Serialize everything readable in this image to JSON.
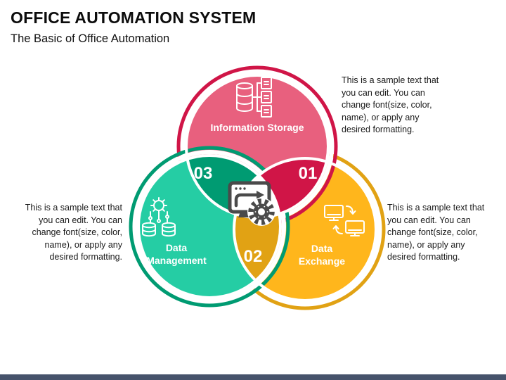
{
  "slide": {
    "title": "OFFICE AUTOMATION SYSTEM",
    "subtitle": "The Basic of Office Automation"
  },
  "diagram": {
    "type": "venn-3-circles",
    "center_icon": "automation-window-gear-icon",
    "circles": [
      {
        "name": "information-storage",
        "label_lines": [
          "Information Storage"
        ],
        "icon": "database-documents-icon",
        "fill": "#E8607E",
        "ring": "#D01547"
      },
      {
        "name": "data-management",
        "label_lines": [
          "Data",
          "Management"
        ],
        "icon": "gear-databases-icon",
        "fill": "#25CDA4",
        "ring": "#009B72"
      },
      {
        "name": "data-exchange",
        "label_lines": [
          "Data",
          "Exchange"
        ],
        "icon": "monitors-sync-icon",
        "fill": "#FFB61C",
        "ring": "#E1A214"
      }
    ],
    "badges": [
      {
        "name": "badge-01",
        "value": "01",
        "region": "information-storage + data-exchange overlap",
        "color": "#D01547"
      },
      {
        "name": "badge-02",
        "value": "02",
        "region": "data-management + data-exchange overlap",
        "color": "#E1A214"
      },
      {
        "name": "badge-03",
        "value": "03",
        "region": "information-storage + data-management overlap",
        "color": "#009B72"
      }
    ]
  },
  "text_blocks": {
    "top_right": "This is a sample text that you can edit. You can change font(size, color, name), or apply any desired formatting.",
    "left": "This is a sample text that you can edit. You can change font(size, color, name), or apply any desired formatting.",
    "bottom_right": "This is a sample text that you can edit. You can change font(size, color, name), or apply any desired formatting."
  },
  "footer": {
    "bar_color": "#46536b"
  }
}
